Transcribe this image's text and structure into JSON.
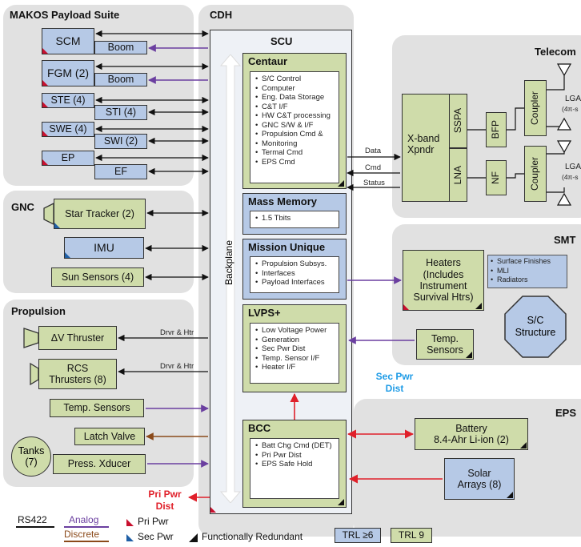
{
  "panels": {
    "makos": "MAKOS Payload Suite",
    "cdh": "CDH",
    "scu": "SCU",
    "gnc": "GNC",
    "propulsion": "Propulsion",
    "telecom": "Telecom",
    "smt": "SMT",
    "eps": "EPS"
  },
  "makos": {
    "scm": "SCM",
    "boom1": "Boom",
    "fgm": "FGM (2)",
    "boom2": "Boom",
    "ste": "STE (4)",
    "sti": "STI (4)",
    "swe": "SWE (4)",
    "swi": "SWI (2)",
    "ep": "EP",
    "ef": "EF"
  },
  "gnc": {
    "star_tracker": "Star Tracker (2)",
    "imu": "IMU",
    "sun_sensors": "Sun Sensors (4)"
  },
  "propulsion": {
    "dv_thruster": "ΔV Thruster",
    "rcs_line1": "RCS",
    "rcs_line2": "Thrusters (8)",
    "temp_sensors": "Temp. Sensors",
    "latch_valve": "Latch Valve",
    "tanks_line1": "Tanks",
    "tanks_line2": "(7)",
    "press_xducer": "Press. Xducer",
    "drvr_htr_1": "Drvr & Htr",
    "drvr_htr_2": "Drvr & Htr"
  },
  "centaur": {
    "title": "Centaur",
    "items": [
      "S/C Control",
      "Computer",
      "Eng. Data Storage",
      "C&T I/F",
      "HW C&T processing",
      "GNC S/W & I/F",
      "Propulsion Cmd &",
      "Monitoring",
      "Termal Cmd",
      "EPS Cmd"
    ]
  },
  "mass_memory": {
    "title": "Mass Memory",
    "items": [
      "1.5 Tbits"
    ]
  },
  "mission_unique": {
    "title": "Mission Unique",
    "items": [
      "Propulsion Subsys.",
      "Interfaces",
      "Payload Interfaces"
    ]
  },
  "lvps": {
    "title": "LVPS+",
    "items": [
      "Low Voltage Power",
      "Generation",
      "Sec Pwr Dist",
      "Temp. Sensor I/F",
      "Heater I/F"
    ]
  },
  "bcc": {
    "title": "BCC",
    "items": [
      "Batt Chg Cmd (DET)",
      "Pri Pwr Dist",
      "EPS Safe Hold"
    ]
  },
  "backplane": "Backplane",
  "links": {
    "data": "Data",
    "cmd": "Cmd",
    "status": "Status"
  },
  "telecom": {
    "xband_line1": "X-band",
    "xband_line2": "Xpndr",
    "sspa": "SSPA",
    "lna": "LNA",
    "bfp": "BFP",
    "nf": "NF",
    "coupler1": "Coupler",
    "coupler2": "Coupler",
    "lga1": "LGA",
    "lga1_sub": "(4π-s",
    "lga2": "LGA",
    "lga2_sub": "(4π-s"
  },
  "smt": {
    "heaters_lines": [
      "Heaters",
      "(Includes",
      "Instrument",
      "Survival Htrs)"
    ],
    "bullets": [
      "Surface Finishes",
      "MLI",
      "Radiators"
    ],
    "temp_line1": "Temp.",
    "temp_line2": "Sensors",
    "structure_line1": "S/C",
    "structure_line2": "Structure"
  },
  "eps": {
    "battery_line1": "Battery",
    "battery_line2": "8.4-Ahr Li-ion (2)",
    "solar_line1": "Solar",
    "solar_line2": "Arrays (8)"
  },
  "power": {
    "sec_pwr_line1": "Sec Pwr",
    "sec_pwr_line2": "Dist",
    "pri_pwr_line1": "Pri Pwr",
    "pri_pwr_line2": "Dist"
  },
  "legend": {
    "rs422": "RS422",
    "analog": "Analog",
    "discrete": "Discrete",
    "pri_pwr": "Pri Pwr",
    "sec_pwr": "Sec Pwr",
    "func_redundant": "Functionally Redundant",
    "trl6": "TRL ≥6",
    "trl9": "TRL 9"
  },
  "colors": {
    "rs422": "#111111",
    "analog": "#6b3fa0",
    "discrete": "#8b4a1a",
    "pri_pwr": "#e0202a",
    "sec_pwr": "#2a9fe0",
    "green_box": "#cfdcaa",
    "blue_box": "#b6c9e6",
    "panel": "#e1e1e1"
  }
}
